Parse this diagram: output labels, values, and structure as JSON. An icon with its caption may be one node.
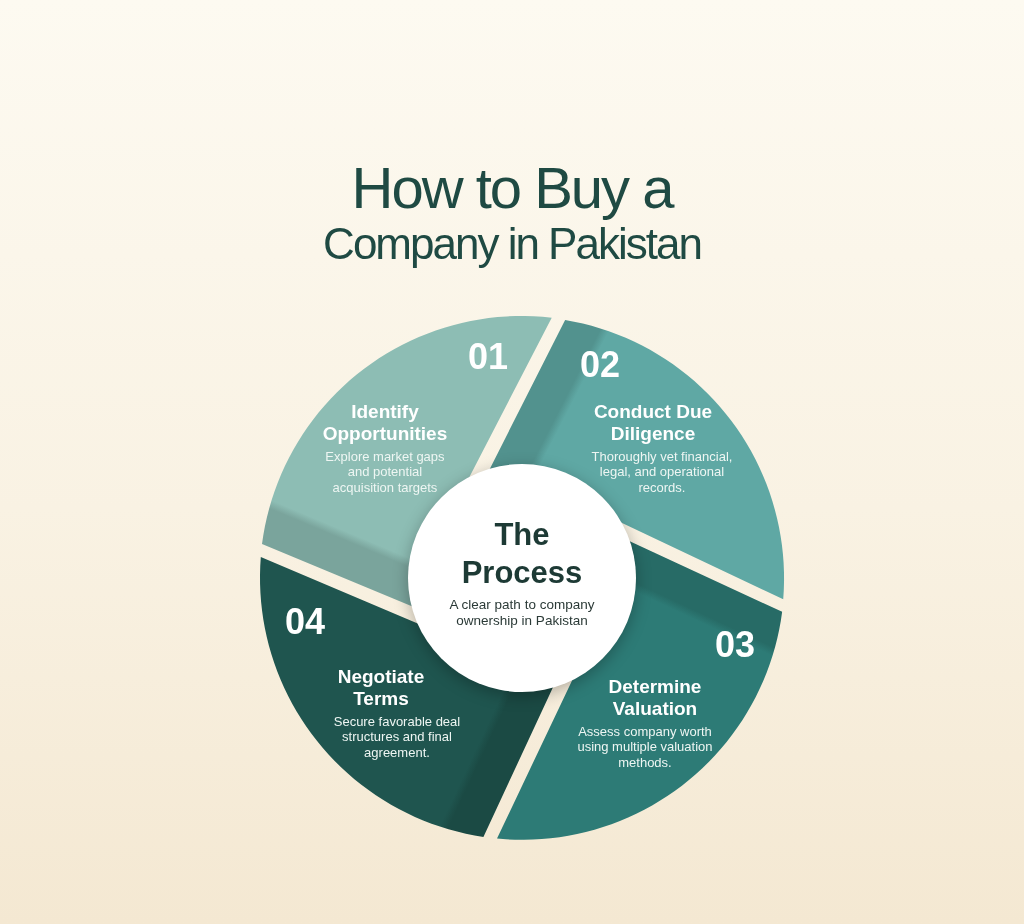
{
  "diagram": {
    "title": "How to Buy a Company in Pakistan",
    "nodes": [
      {
        "text": [
          "01",
          "Identify Opportunities",
          "Explore market gaps and potential acquisition targets"
        ]
      },
      {
        "text": [
          "02",
          "Conduct Due Diligence",
          "Thoroughly vet financial, legal, and operational records."
        ]
      },
      {
        "text": [
          "03",
          "Determine Valuation",
          "Assess company worth using multiple valuation methods."
        ]
      },
      {
        "text": [
          "04",
          "Negotiate Terms",
          "Secure favorable deal structures and final agreement."
        ]
      },
      {
        "text": [
          "The Process",
          "A clear path to company ownership in Pakistan"
        ]
      }
    ]
  }
}
